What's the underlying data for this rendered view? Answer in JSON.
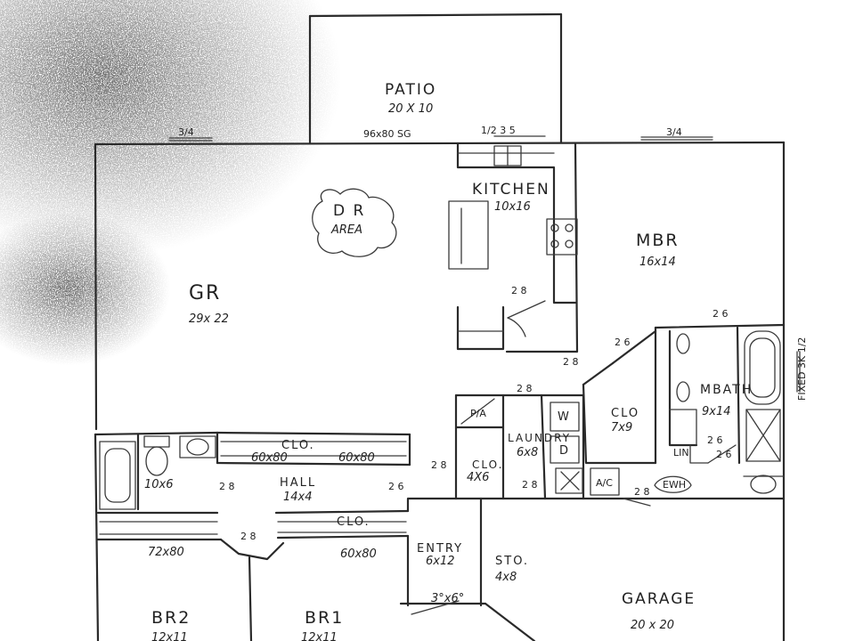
{
  "rooms": {
    "patio": {
      "name": "PATIO",
      "dim": "20 X 10"
    },
    "kitchen": {
      "name": "KITCHEN",
      "dim": "10x16"
    },
    "dining": {
      "name": "D R",
      "sub": "AREA"
    },
    "gr": {
      "name": "GR",
      "dim": "29x 22"
    },
    "mbr": {
      "name": "MBR",
      "dim": "16x14"
    },
    "mbath": {
      "name": "MBATH",
      "dim": "9x14"
    },
    "mclo": {
      "name": "CLO",
      "dim": "7x9"
    },
    "laundry": {
      "name": "LAUNDRY",
      "dim": "6x8"
    },
    "clo46": {
      "name": "CLO.",
      "dim": "4X6"
    },
    "clo_top": {
      "name": "CLO."
    },
    "clo_bot": {
      "name": "CLO."
    },
    "hall": {
      "name": "HALL",
      "dim": "14x4"
    },
    "bath": {
      "dim": "10x6"
    },
    "entry": {
      "name": "ENTRY",
      "dim": "6x12"
    },
    "sto": {
      "name": "STO.",
      "dim": "4x8"
    },
    "garage": {
      "name": "GARAGE",
      "dim": "20 x 20"
    },
    "br2": {
      "name": "BR2",
      "dim": "12x11"
    },
    "br1": {
      "name": "BR1",
      "dim": "12x11"
    }
  },
  "annotations": {
    "patio_door": "96x80 SG",
    "window_left": "3/4",
    "window_right": "3/4",
    "window_kitchen": "1/2 3 5",
    "hall_door_left": "60x80",
    "hall_door_right": "60x80",
    "br2_closet": "72x80",
    "br1_closet": "60x80",
    "entry_door": "3°x6°",
    "fixed_window": "FIXED 3K 1/2"
  },
  "fixtures": {
    "washer": "W",
    "dryer": "D",
    "ac": "A/C",
    "pa": "P/A",
    "lin": "LIN",
    "ewh": "EWH"
  },
  "doors": {
    "d1": "2 8",
    "d2": "2 6",
    "d3": "2 6",
    "d4": "2 8",
    "d5": "2 8",
    "d6": "2 8",
    "d7": "2 8",
    "d8": "2 8",
    "d9": "2 6",
    "d10": "2 6",
    "d11": "2 8",
    "d12": "2 6",
    "d13": "2 8"
  }
}
